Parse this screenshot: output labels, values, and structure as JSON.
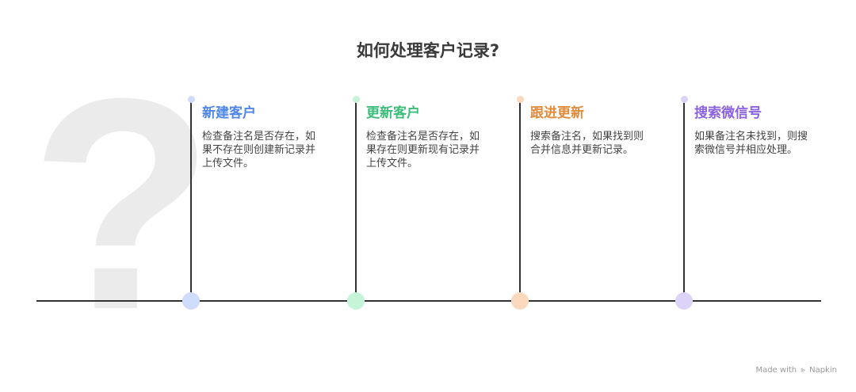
{
  "title": "如何处理客户记录?",
  "steps": [
    {
      "heading": "新建客户",
      "description": "检查备注名是否存在，如果不存在则创建新记录并上传文件。",
      "color": "#4f86e8",
      "dot_color": "#cfdcfb"
    },
    {
      "heading": "更新客户",
      "description": "检查备注名是否存在，如果存在则更新现有记录并上传文件。",
      "color": "#3dbd7a",
      "dot_color": "#c6f4d9"
    },
    {
      "heading": "跟进更新",
      "description": "搜索备注名，如果找到则合并信息并更新记录。",
      "color": "#e08a3a",
      "dot_color": "#fad9bf"
    },
    {
      "heading": "搜索微信号",
      "description": "如果备注名未找到，则搜索微信号并相应处理。",
      "color": "#8b61e0",
      "dot_color": "#ddd3f8"
    }
  ],
  "background_glyph": "?",
  "footer": {
    "made_with": "Made with",
    "brand": "Napkin"
  }
}
